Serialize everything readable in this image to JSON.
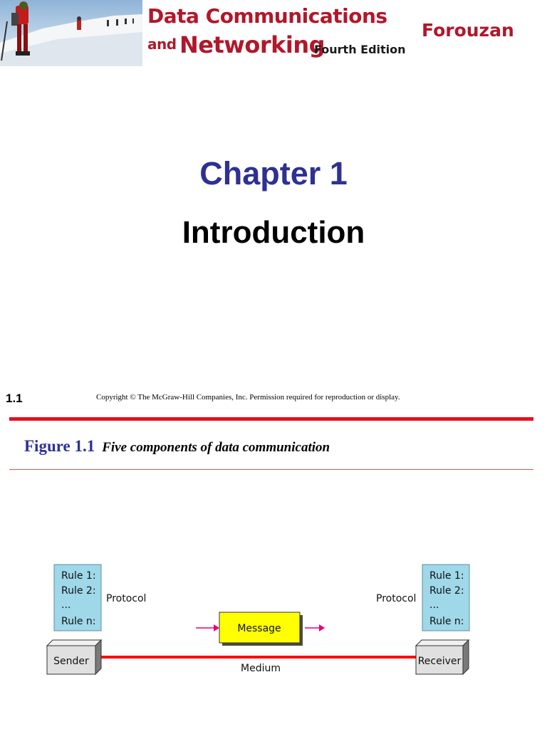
{
  "header": {
    "book_title_line1": "Data Communications",
    "book_title_and": "and",
    "book_title_line2": "Networking",
    "edition": "Fourth Edition",
    "author": "Forouzan"
  },
  "chapter": {
    "title": "Chapter 1",
    "subtitle": "Introduction"
  },
  "footer": {
    "slide_number": "1.1",
    "copyright": "Copyright © The McGraw-Hill Companies, Inc. Permission required for reproduction or display."
  },
  "figure": {
    "number": "Figure 1.1",
    "caption": "Five components of data communication"
  },
  "diagram": {
    "sender_rules": [
      "Rule 1:",
      "Rule 2:",
      "...",
      "Rule n:"
    ],
    "receiver_rules": [
      "Rule 1:",
      "Rule 2:",
      "...",
      "Rule n:"
    ],
    "protocol_left": "Protocol",
    "protocol_right": "Protocol",
    "message": "Message",
    "sender": "Sender",
    "receiver": "Receiver",
    "medium": "Medium",
    "colors": {
      "rules_box": "#9fd8e8",
      "message_box": "#ffff00",
      "medium_line": "#ff0000",
      "arrow": "#e6007e",
      "device_box": "#e0e0e0"
    }
  }
}
